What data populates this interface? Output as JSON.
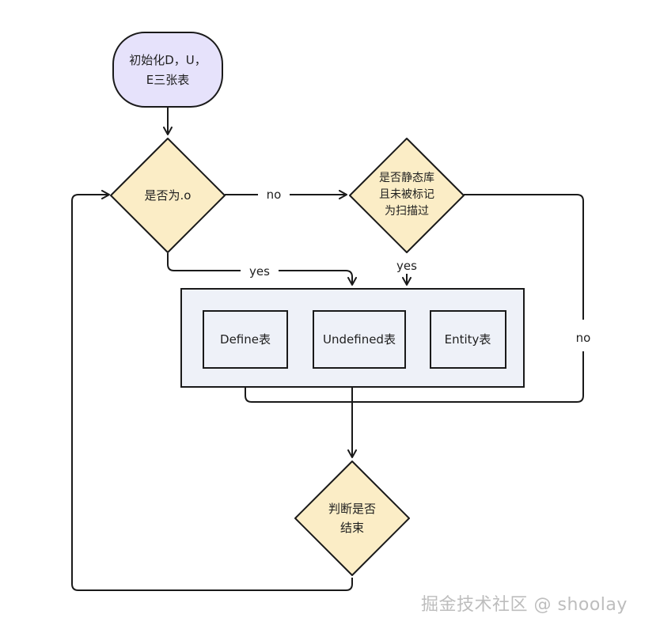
{
  "nodes": {
    "start": {
      "lines": [
        "初始化D，U，",
        "E三张表"
      ]
    },
    "decision_o": {
      "lines": [
        "是否为.o"
      ]
    },
    "decision_static": {
      "lines": [
        "是否静态库",
        "且未被标记",
        "为扫描过"
      ]
    },
    "define_table": {
      "lines": [
        "Define表"
      ]
    },
    "undefined_table": {
      "lines": [
        "Undefined表"
      ]
    },
    "entity_table": {
      "lines": [
        "Entity表"
      ]
    },
    "decision_end": {
      "lines": [
        "判断是否",
        "结束"
      ]
    }
  },
  "edges": {
    "o_to_static": {
      "label": "no"
    },
    "o_to_tables": {
      "label": "yes"
    },
    "static_to_tables": {
      "label": "yes"
    },
    "static_to_define": {
      "label": "no"
    }
  },
  "colors": {
    "start_fill": "#e6e2fb",
    "decision_fill": "#fbedc6",
    "container_fill": "#eef1f8",
    "table_fill": "#eef1f8",
    "stroke": "#1a1a1a",
    "watermark": "#bdbdbd"
  },
  "watermark": "掘金技术社区 @ shoolay"
}
